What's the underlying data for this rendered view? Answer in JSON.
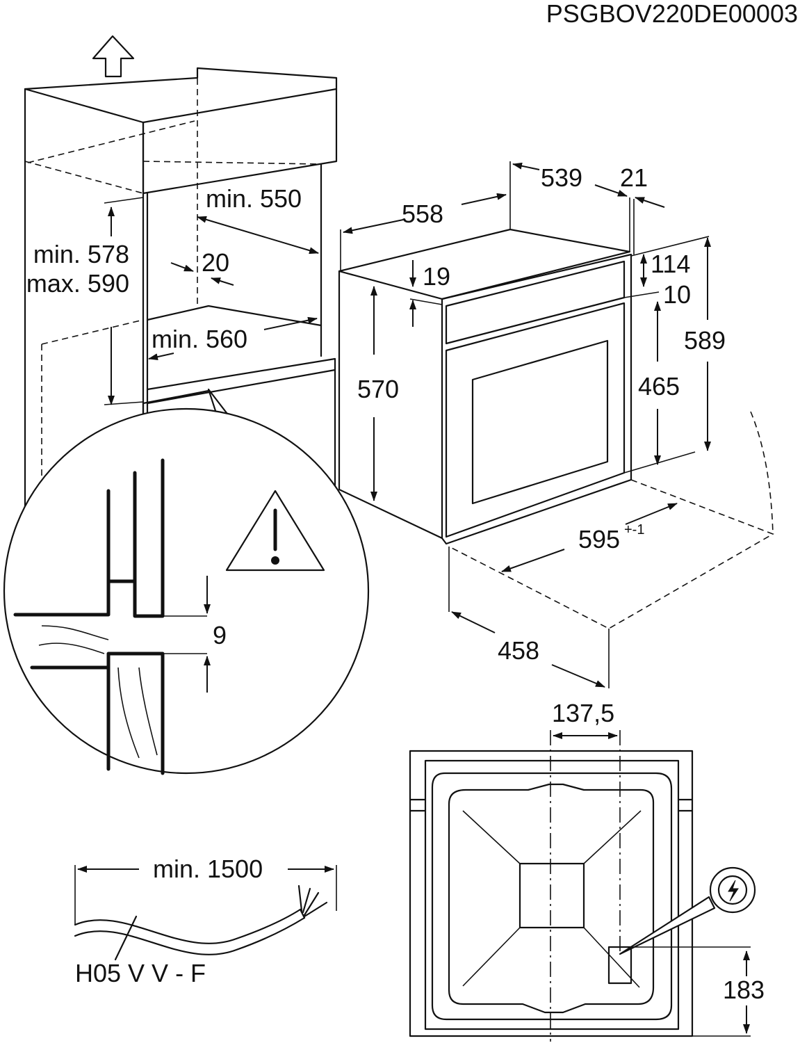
{
  "drawing_code": "PSGBOV220DE00003",
  "cabinet": {
    "height_min": "min. 578",
    "height_max": "max. 590",
    "depth_top": "min. 550",
    "gap": "20",
    "depth_bottom": "min. 560"
  },
  "detail": {
    "gap": "9",
    "warning_icon": "warning-triangle-icon"
  },
  "oven": {
    "total_depth": "558",
    "body_depth": "539",
    "panel_thickness": "21",
    "top_offset": "19",
    "panel_height": "114",
    "panel_gap": "10",
    "body_height": "570",
    "door_height": "465",
    "total_height": "589",
    "width": "595",
    "width_tolerance": "+-1",
    "side_depth": "458"
  },
  "back_view": {
    "offset_x": "137,5",
    "offset_y": "183",
    "electric_icon": "lightning-icon"
  },
  "cable": {
    "length": "min. 1500",
    "type": "H05 V V - F"
  }
}
